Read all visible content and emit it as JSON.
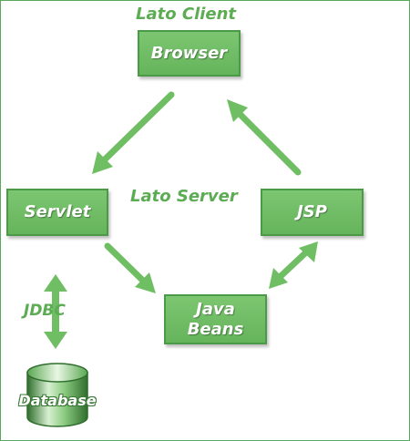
{
  "labels": {
    "client": "Lato Client",
    "server": "Lato Server",
    "jdbc": "JDBC"
  },
  "nodes": {
    "browser": "Browser",
    "servlet": "Servlet",
    "jsp": "JSP",
    "beans": "Java\nBeans",
    "database": "Database"
  },
  "colors": {
    "node_fill": "#6ebd63",
    "node_border": "#4a9a48",
    "arrow": "#6fbe63",
    "label_text": "#5cac54"
  }
}
